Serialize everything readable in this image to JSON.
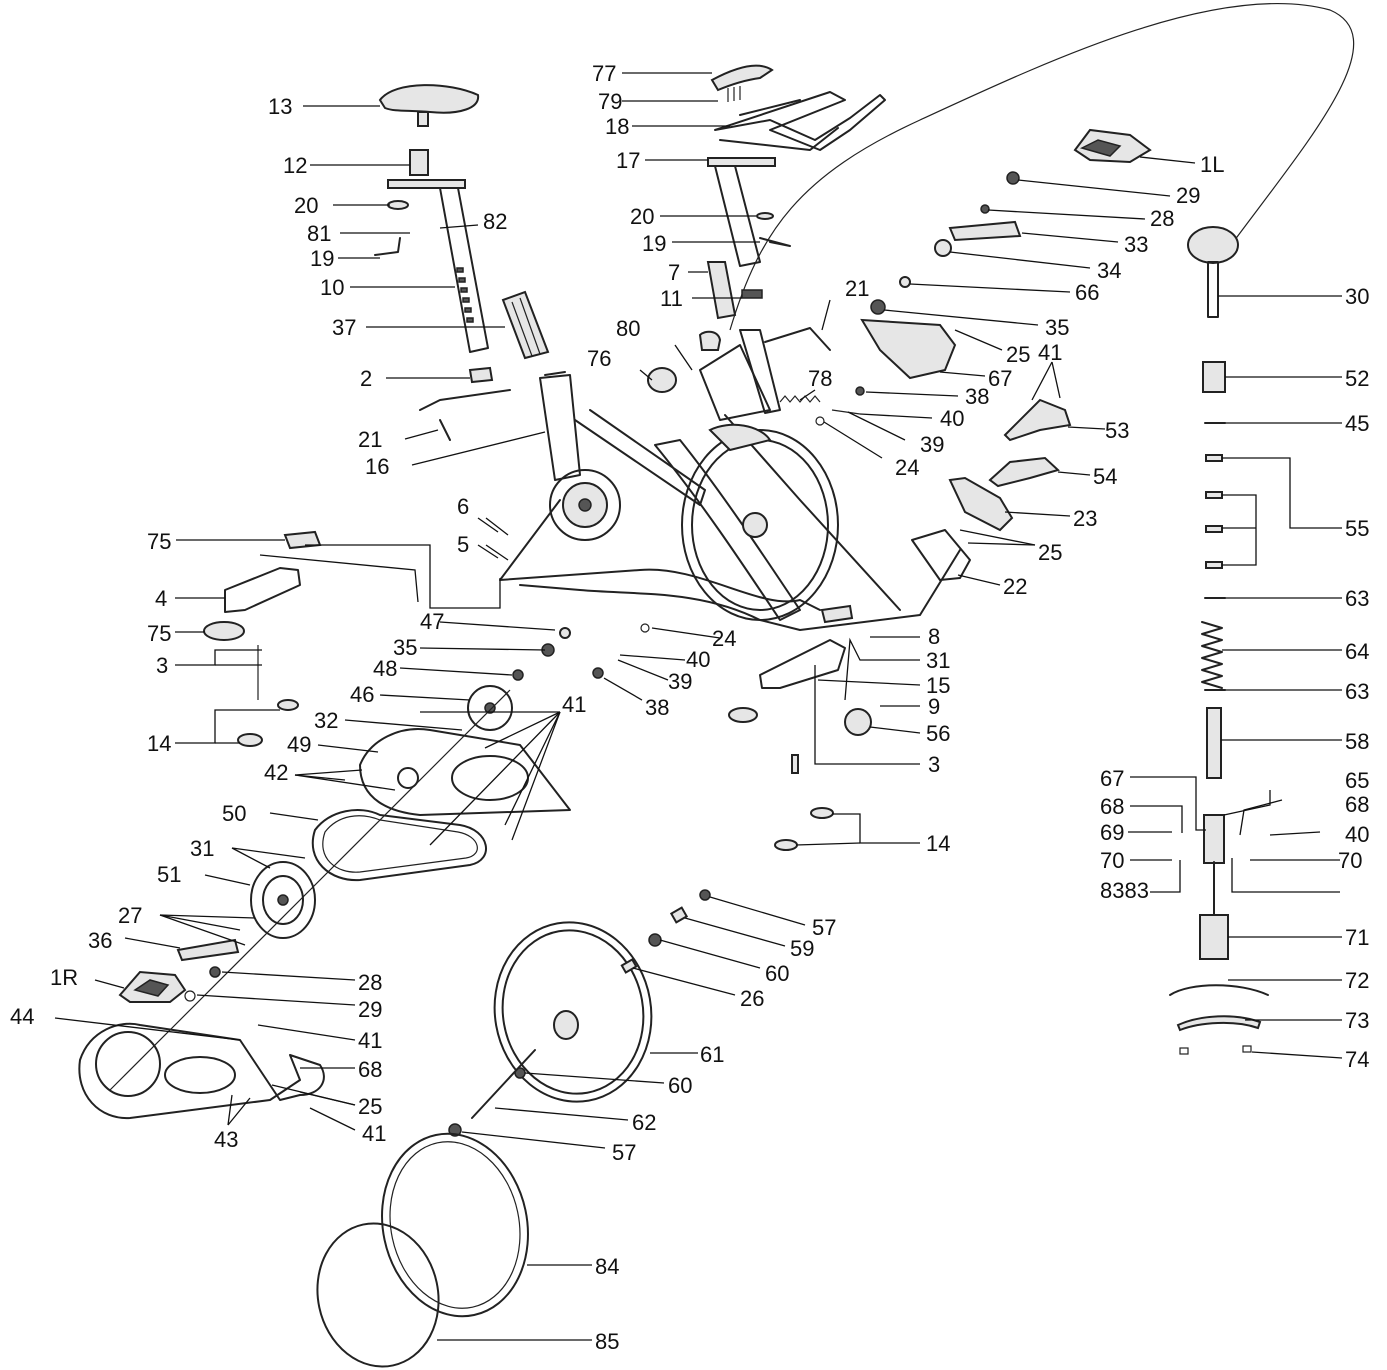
{
  "labels": [
    {
      "id": "77",
      "text": "77"
    },
    {
      "id": "79",
      "text": "79"
    },
    {
      "id": "18",
      "text": "18"
    },
    {
      "id": "17",
      "text": "17"
    },
    {
      "id": "20b",
      "text": "20"
    },
    {
      "id": "19b",
      "text": "19"
    },
    {
      "id": "7",
      "text": "7"
    },
    {
      "id": "11",
      "text": "11"
    },
    {
      "id": "13",
      "text": "13"
    },
    {
      "id": "12",
      "text": "12"
    },
    {
      "id": "20a",
      "text": "20"
    },
    {
      "id": "81",
      "text": "81"
    },
    {
      "id": "82",
      "text": "82"
    },
    {
      "id": "19a",
      "text": "19"
    },
    {
      "id": "10",
      "text": "10"
    },
    {
      "id": "37",
      "text": "37"
    },
    {
      "id": "2",
      "text": "2"
    },
    {
      "id": "21a",
      "text": "21"
    },
    {
      "id": "16",
      "text": "16"
    },
    {
      "id": "80",
      "text": "80"
    },
    {
      "id": "76",
      "text": "76"
    },
    {
      "id": "21b",
      "text": "21"
    },
    {
      "id": "78",
      "text": "78"
    },
    {
      "id": "1L",
      "text": "1L"
    },
    {
      "id": "29a",
      "text": "29"
    },
    {
      "id": "28a",
      "text": "28"
    },
    {
      "id": "33",
      "text": "33"
    },
    {
      "id": "34",
      "text": "34"
    },
    {
      "id": "66",
      "text": "66"
    },
    {
      "id": "35a",
      "text": "35"
    },
    {
      "id": "25a",
      "text": "25"
    },
    {
      "id": "41a",
      "text": "41"
    },
    {
      "id": "67a",
      "text": "67"
    },
    {
      "id": "38a",
      "text": "38"
    },
    {
      "id": "40a",
      "text": "40"
    },
    {
      "id": "39a",
      "text": "39"
    },
    {
      "id": "24a",
      "text": "24"
    },
    {
      "id": "53",
      "text": "53"
    },
    {
      "id": "54",
      "text": "54"
    },
    {
      "id": "23",
      "text": "23"
    },
    {
      "id": "25b",
      "text": "25"
    },
    {
      "id": "22",
      "text": "22"
    },
    {
      "id": "30",
      "text": "30"
    },
    {
      "id": "52",
      "text": "52"
    },
    {
      "id": "45",
      "text": "45"
    },
    {
      "id": "55",
      "text": "55"
    },
    {
      "id": "63a",
      "text": "63"
    },
    {
      "id": "64",
      "text": "64"
    },
    {
      "id": "63b",
      "text": "63"
    },
    {
      "id": "58",
      "text": "58"
    },
    {
      "id": "67b",
      "text": "67"
    },
    {
      "id": "65",
      "text": "65"
    },
    {
      "id": "68a",
      "text": "68"
    },
    {
      "id": "68b",
      "text": "68"
    },
    {
      "id": "69",
      "text": "69"
    },
    {
      "id": "40c",
      "text": "40"
    },
    {
      "id": "70a",
      "text": "70"
    },
    {
      "id": "70b",
      "text": "70"
    },
    {
      "id": "8383",
      "text": "8383"
    },
    {
      "id": "71",
      "text": "71"
    },
    {
      "id": "72",
      "text": "72"
    },
    {
      "id": "73",
      "text": "73"
    },
    {
      "id": "74",
      "text": "74"
    },
    {
      "id": "6",
      "text": "6"
    },
    {
      "id": "5",
      "text": "5"
    },
    {
      "id": "75a",
      "text": "75"
    },
    {
      "id": "4",
      "text": "4"
    },
    {
      "id": "75b",
      "text": "75"
    },
    {
      "id": "3a",
      "text": "3"
    },
    {
      "id": "14a",
      "text": "14"
    },
    {
      "id": "47",
      "text": "47"
    },
    {
      "id": "35b",
      "text": "35"
    },
    {
      "id": "48",
      "text": "48"
    },
    {
      "id": "46",
      "text": "46"
    },
    {
      "id": "32",
      "text": "32"
    },
    {
      "id": "49",
      "text": "49"
    },
    {
      "id": "41b",
      "text": "41"
    },
    {
      "id": "42",
      "text": "42"
    },
    {
      "id": "24b",
      "text": "24"
    },
    {
      "id": "40b",
      "text": "40"
    },
    {
      "id": "39b",
      "text": "39"
    },
    {
      "id": "38b",
      "text": "38"
    },
    {
      "id": "8",
      "text": "8"
    },
    {
      "id": "31a",
      "text": "31"
    },
    {
      "id": "15",
      "text": "15"
    },
    {
      "id": "9",
      "text": "9"
    },
    {
      "id": "56",
      "text": "56"
    },
    {
      "id": "3b",
      "text": "3"
    },
    {
      "id": "14b",
      "text": "14"
    },
    {
      "id": "50",
      "text": "50"
    },
    {
      "id": "31b",
      "text": "31"
    },
    {
      "id": "51",
      "text": "51"
    },
    {
      "id": "27",
      "text": "27"
    },
    {
      "id": "36",
      "text": "36"
    },
    {
      "id": "1R",
      "text": "1R"
    },
    {
      "id": "28b",
      "text": "28"
    },
    {
      "id": "29b",
      "text": "29"
    },
    {
      "id": "44",
      "text": "44"
    },
    {
      "id": "41c",
      "text": "41"
    },
    {
      "id": "68c",
      "text": "68"
    },
    {
      "id": "25c",
      "text": "25"
    },
    {
      "id": "43",
      "text": "43"
    },
    {
      "id": "41d",
      "text": "41"
    },
    {
      "id": "57a",
      "text": "57"
    },
    {
      "id": "59",
      "text": "59"
    },
    {
      "id": "60a",
      "text": "60"
    },
    {
      "id": "26",
      "text": "26"
    },
    {
      "id": "61",
      "text": "61"
    },
    {
      "id": "60b",
      "text": "60"
    },
    {
      "id": "62",
      "text": "62"
    },
    {
      "id": "57b",
      "text": "57"
    },
    {
      "id": "84",
      "text": "84"
    },
    {
      "id": "85",
      "text": "85"
    }
  ]
}
